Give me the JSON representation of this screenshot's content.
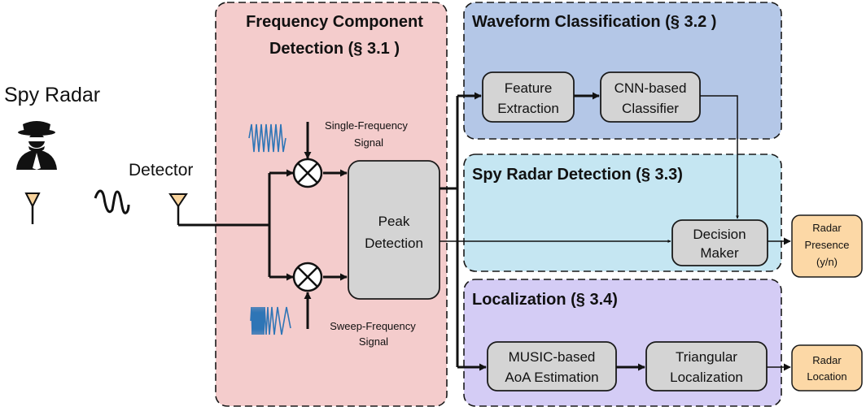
{
  "actors": {
    "spy_radar_label": "Spy Radar",
    "detector_label": "Detector"
  },
  "sections": {
    "frequency": {
      "title_line1": "Frequency Component",
      "title_line2": "Detection (§ 3.1 )"
    },
    "waveform": {
      "title": "Waveform Classification (§ 3.2 )"
    },
    "spy_detection": {
      "title": "Spy Radar Detection (§ 3.3)"
    },
    "localization": {
      "title": "Localization (§ 3.4)"
    }
  },
  "signals": {
    "single_line1": "Single-Frequency",
    "single_line2": "Signal",
    "sweep_line1": "Sweep-Frequency",
    "sweep_line2": "Signal"
  },
  "blocks": {
    "peak": {
      "line1": "Peak",
      "line2": "Detection"
    },
    "feature": {
      "line1": "Feature",
      "line2": "Extraction"
    },
    "cnn": {
      "line1": "CNN-based",
      "line2": "Classifier"
    },
    "decision": {
      "line1": "Decision",
      "line2": "Maker"
    },
    "music": {
      "line1": "MUSIC-based",
      "line2": "AoA Estimation"
    },
    "triangular": {
      "line1": "Triangular",
      "line2": "Localization"
    }
  },
  "outputs": {
    "presence": {
      "line1": "Radar",
      "line2": "Presence",
      "line3": "(y/n)"
    },
    "location": {
      "line1": "Radar",
      "line2": "Location"
    }
  },
  "colors": {
    "frequency_bg": "#f4cccc",
    "waveform_bg": "#b4c7e7",
    "spy_detection_bg": "#c5e6f2",
    "localization_bg": "#d4ccf5",
    "block_fill": "#d4d4d4",
    "output_fill": "#fcd8a6",
    "waveform_icon": "#2e75b6"
  },
  "icons": {
    "spy": "spy-agent-icon",
    "antenna": "antenna-icon",
    "wave": "wave-icon",
    "mixer": "mixer-icon"
  }
}
